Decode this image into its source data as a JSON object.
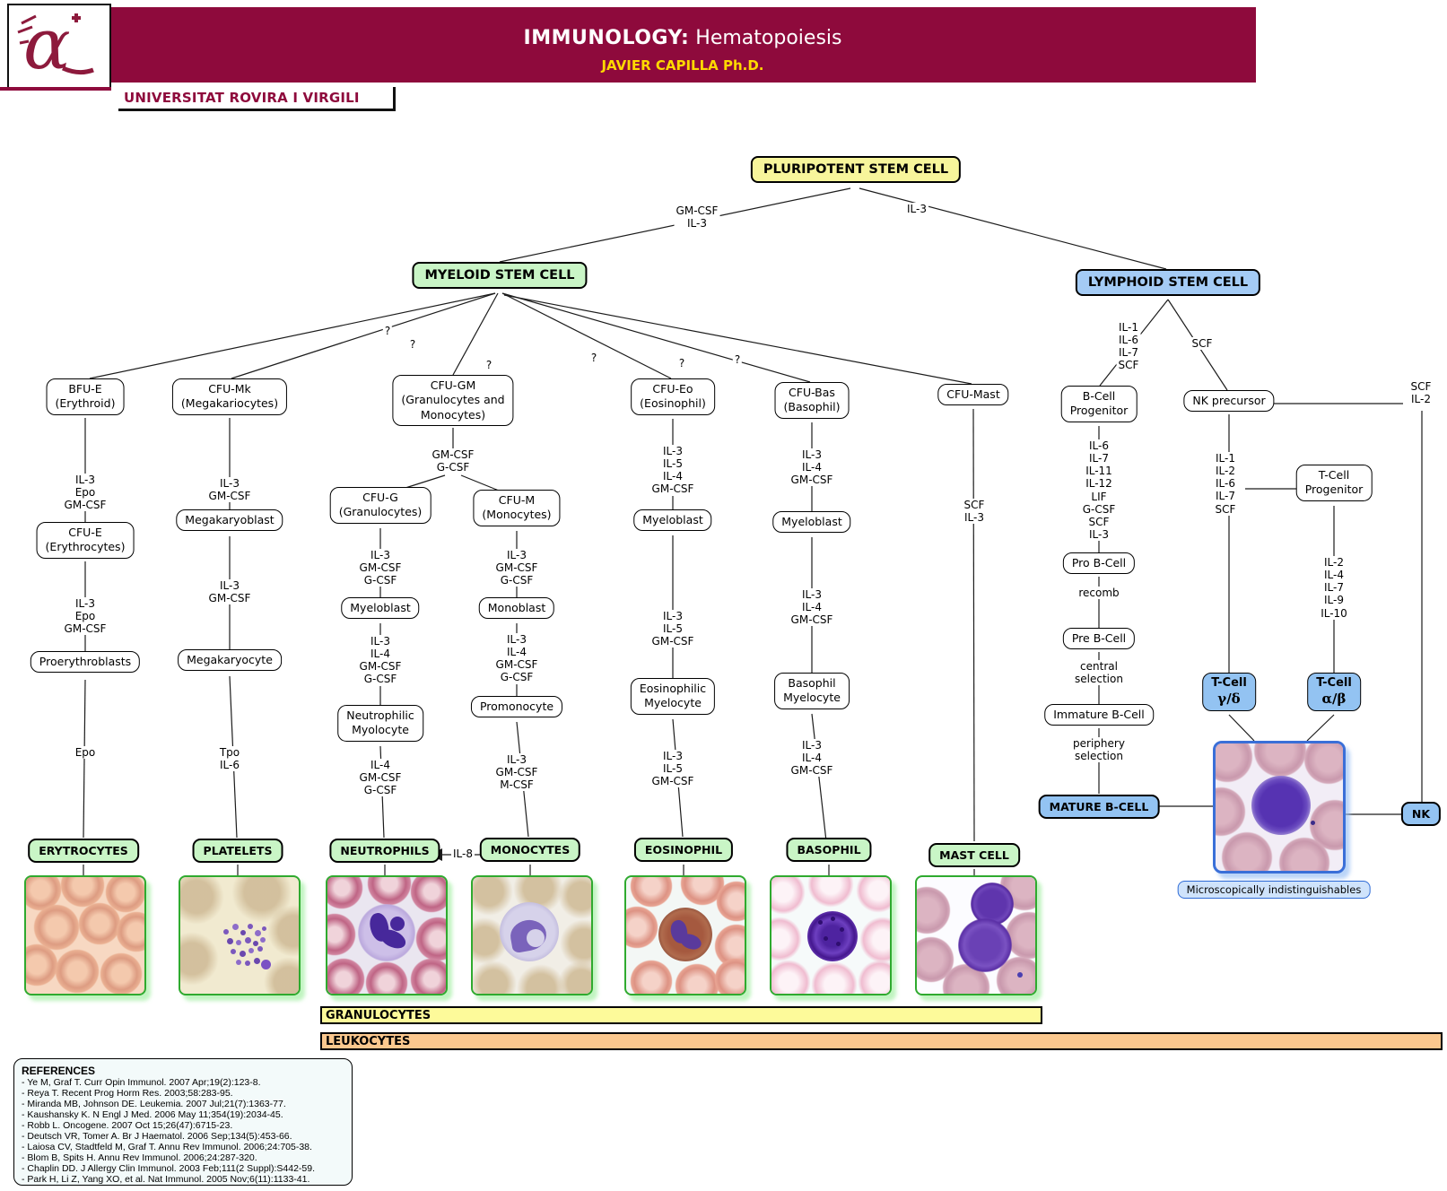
{
  "header": {
    "title_label": "IMMUNOLOGY:",
    "title_value": "Hematopoiesis",
    "author": "JAVIER CAPILLA Ph.D.",
    "university": "UNIVERSITAT ROVIRA I VIRGILI"
  },
  "colors": {
    "banner": "#8e0a3c",
    "stem_yellow": "#f7f59b",
    "stem_green": "#c9f5c6",
    "stem_blue": "#a4cbf5",
    "terminal_blue": "#93c3f2",
    "bar_yellow": "#fdfa9a",
    "bar_orange": "#fbc88e"
  },
  "nodes": {
    "pluripotent": "PLURIPOTENT STEM CELL",
    "myeloid": "MYELOID STEM CELL",
    "lymphoid": "LYMPHOID STEM CELL",
    "bfu_e": "BFU-E\n(Erythroid)",
    "cfu_mk": "CFU-Mk\n(Megakariocytes)",
    "cfu_gm": "CFU-GM\n(Granulocytes and\nMonocytes)",
    "cfu_eo": "CFU-Eo\n(Eosinophil)",
    "cfu_bas": "CFU-Bas\n(Basophil)",
    "cfu_mast": "CFU-Mast",
    "b_prog": "B-Cell\nProgenitor",
    "nk_prec": "NK precursor",
    "t_prog": "T-Cell\nProgenitor",
    "cfu_e": "CFU-E\n(Erythrocytes)",
    "megakaryoblast": "Megakaryoblast",
    "megakaryocyte": "Megakaryocyte",
    "proerythroblasts": "Proerythroblasts",
    "cfu_g": "CFU-G\n(Granulocytes)",
    "cfu_m": "CFU-M\n(Monocytes)",
    "myeloblast_g": "Myeloblast",
    "monoblast": "Monoblast",
    "myeloblast_eo": "Myeloblast",
    "myeloblast_bas": "Myeloblast",
    "neutrophilic_myolocyte": "Neutrophilic\nMyolocyte",
    "promonocyte": "Promonocyte",
    "eosinophilic_myelocyte": "Eosinophilic\nMyelocyte",
    "basophil_myelocyte": "Basophil\nMyelocyte",
    "pro_b": "Pro B-Cell",
    "pre_b": "Pre B-Cell",
    "immature_b": "Immature B-Cell",
    "mature_b": "MATURE B-CELL",
    "nk": "NK",
    "t_gd_title": "T-Cell",
    "t_gd_sub": "γ/δ",
    "t_ab_title": "T-Cell",
    "t_ab_sub": "α/β"
  },
  "edges": {
    "pluri_myeloid": "GM-CSF\nIL-3",
    "pluri_lymphoid": "IL-3",
    "q": "?",
    "ery1": "IL-3\nEpo\nGM-CSF",
    "ery2": "IL-3\nEpo\nGM-CSF",
    "ery3": "Epo",
    "mk1": "IL-3\nGM-CSF",
    "mk2": "IL-3\nGM-CSF",
    "mk3": "Tpo\nIL-6",
    "gm1": "GM-CSF\nG-CSF",
    "g1": "IL-3\nGM-CSF\nG-CSF",
    "g2": "IL-3\nIL-4\nGM-CSF\nG-CSF",
    "g3": "IL-4\nGM-CSF\nG-CSF",
    "m1": "IL-3\nGM-CSF\nG-CSF",
    "m2": "IL-3\nIL-4\nGM-CSF\nG-CSF",
    "m3": "IL-3\nGM-CSF\nM-CSF",
    "eo1": "IL-3\nIL-5\nIL-4\nGM-CSF",
    "eo2": "IL-3\nIL-5\nGM-CSF",
    "eo3": "IL-3\nIL-5\nGM-CSF",
    "bas1": "IL-3\nIL-4\nGM-CSF",
    "bas2": "IL-3\nIL-4\nGM-CSF",
    "bas3": "IL-3\nIL-4\nGM-CSF",
    "mast1": "SCF\nIL-3",
    "il8": "IL-8",
    "lymph_b": "IL-1\nIL-6\nIL-7\nSCF",
    "lymph_nk": "SCF",
    "b_list": "IL-6\nIL-7\nIL-11\nIL-12\nLIF\nG-CSF\nSCF\nIL-3",
    "b_recomb": "recomb",
    "b_central": "central\nselection",
    "b_periphery": "periphery\nselection",
    "nk_list": "IL-1\nIL-2\nIL-6\nIL-7\nSCF",
    "scf_il2": "SCF\nIL-2",
    "t_list": "IL-2\nIL-4\nIL-7\nIL-9\nIL-10"
  },
  "terminals": {
    "erytrocytes": "ERYTROCYTES",
    "platelets": "PLATELETS",
    "neutrophils": "NEUTROPHILS",
    "monocytes": "MONOCYTES",
    "eosinophil": "EOSINOPHIL",
    "basophil": "BASOPHIL",
    "mast_cell": "MAST CELL"
  },
  "micrographs": {
    "erytrocytes": "erythrocytes-blood-smear",
    "platelets": "platelets-blood-smear",
    "neutrophils": "neutrophil-blood-smear",
    "monocytes": "monocyte-blood-smear",
    "eosinophil": "eosinophil-blood-smear",
    "basophil": "basophil-blood-smear",
    "mast_cell": "mast-cell-smear",
    "lymphocyte": "lymphocyte-smear"
  },
  "bars": {
    "granulocytes": "GRANULOCYTES",
    "leukocytes": "LEUKOCYTES"
  },
  "note": "Microscopically indistinguishables",
  "references": {
    "title": "REFERENCES",
    "items": [
      "- Ye M, Graf T. Curr Opin Immunol. 2007 Apr;19(2):123-8.",
      "- Reya T. Recent Prog Horm Res. 2003;58:283-95.",
      "- Miranda MB, Johnson DE. Leukemia. 2007 Jul;21(7):1363-77.",
      "- Kaushansky K. N Engl J Med. 2006 May 11;354(19):2034-45.",
      "- Robb L. Oncogene. 2007 Oct 15;26(47):6715-23.",
      "- Deutsch VR, Tomer A. Br J Haematol. 2006 Sep;134(5):453-66.",
      "- Laiosa CV, Stadtfeld M, Graf T. Annu Rev Immunol. 2006;24:705-38.",
      "- Blom B, Spits H. Annu Rev Immunol. 2006;24:287-320.",
      "- Chaplin DD. J Allergy Clin Immunol. 2003 Feb;111(2 Suppl):S442-59.",
      "- Park H, Li Z, Yang XO, et al. Nat Immunol. 2005 Nov;6(11):1133-41."
    ]
  }
}
